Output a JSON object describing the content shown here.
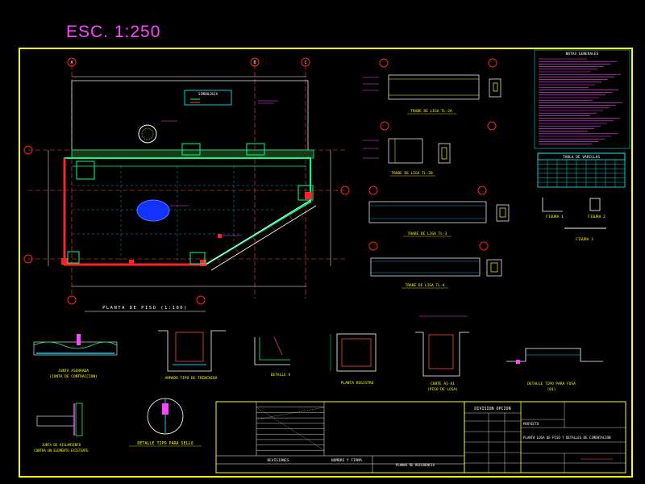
{
  "header": {
    "scale_label": "ESC. 1:250"
  },
  "grid_bubbles": {
    "a": "A",
    "b": "B",
    "c": "C"
  },
  "plan": {
    "subtitle": "PLANTA DE PISO (1:100)",
    "legend_title": "SIMBOLOGIA"
  },
  "beams": [
    {
      "label": "TRABE DE LIGA TL-2A"
    },
    {
      "label": "TRABE DE LIGA TL-2B"
    },
    {
      "label": "TRABE DE LIGA TL-3"
    },
    {
      "label": "TRABE DE LIGA TL-4"
    }
  ],
  "notes": {
    "title": "NOTAS GENERALES"
  },
  "rebar_table": {
    "title": "TABLA DE VARILLAS"
  },
  "figures": {
    "fig1": "FIGURA 1",
    "fig2": "FIGURA 2",
    "fig3": "FIGURA 3"
  },
  "details": {
    "d1": "JUNTA ASERRADA",
    "d1b": "(JUNTA DE CONTRACCION)",
    "d2": "ARMADO TIPO DE TRINCHERA",
    "d3": "DETALLE A",
    "d4": "PLANTA REGISTRO",
    "d5": "CORTE A1-A1",
    "d5b": "(PISO DE LOSA)",
    "d6": "DETALLE TIPO PARA FOSA",
    "d6b": "(01)",
    "d7": "JUNTA DE AISLAMIENTO",
    "d7b": "CONTRA UN ELEMENTO EXISTENTE",
    "d8": "DETALLE TIPO PARA SELLO"
  },
  "titleblock": {
    "revisiones": "REVISIONES",
    "firma": "NOMBRE Y FIRMA",
    "planos_ref": "PLANOS DE REFERENCIA",
    "division": "DIVISION OPCION",
    "proyecto": "PROYECTO",
    "sheet_title": "PLANTA LOSA DE PISO Y DETALLES DE CIMENTACION"
  }
}
